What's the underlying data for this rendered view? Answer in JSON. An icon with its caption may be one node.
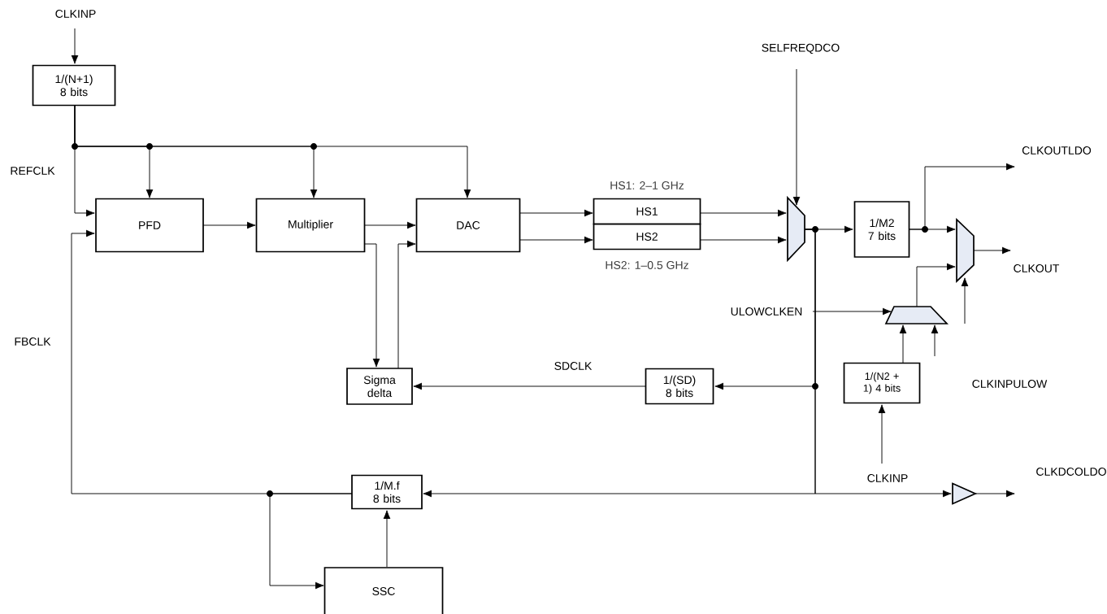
{
  "diagram": {
    "nodes": [
      {
        "text": [
          "CLKINP"
        ]
      },
      {
        "text": [
          "1/(N+1) 8 bits"
        ]
      },
      {
        "text": [
          "PFD"
        ]
      },
      {
        "text": [
          "Multiplier"
        ]
      },
      {
        "text": [
          "DAC"
        ]
      },
      {
        "text": [
          "HS1"
        ],
        "beside": [
          "HS1: 2–1 GHz"
        ]
      },
      {
        "text": [
          "HS2"
        ],
        "beside": [
          "HS2: 1–0.5 GHz"
        ]
      },
      {
        "text": [
          "SELFREQDCO"
        ]
      },
      {
        "text": [],
        "shape": "trapezoid"
      },
      {
        "text": [
          "1/M2 7 bits"
        ]
      },
      {
        "text": [
          "CLKOUTLDO"
        ]
      },
      {
        "text": [],
        "shape": "trapezoid"
      },
      {
        "text": [
          "CLKOUT"
        ]
      },
      {
        "text": [
          "ULOWCLKEN"
        ]
      },
      {
        "text": [],
        "shape": "trapezoid"
      },
      {
        "text": [
          "Sigma delta"
        ]
      },
      {
        "text": [
          "1/(SD) 8 bits"
        ]
      },
      {
        "text": [
          "1/(N2 + 1) 4 bits"
        ]
      },
      {
        "text": [
          "CLKINP"
        ]
      },
      {
        "text": [
          "1/M.f 8 bits"
        ]
      },
      {
        "text": [],
        "shape": "triangle"
      },
      {
        "text": [
          "CLKDCOLDO"
        ]
      },
      {
        "text": [
          "SSC"
        ]
      }
    ],
    "edges": [
      {
        "from": 0,
        "to": 1,
        "arrow": "to"
      },
      {
        "from": 1,
        "to": 2,
        "arrow": "to",
        "label": "REFCLK"
      },
      {
        "from": 1,
        "to": 2,
        "arrow": "to"
      },
      {
        "from": 1,
        "to": 3,
        "arrow": "to"
      },
      {
        "from": 1,
        "to": 4,
        "arrow": "to"
      },
      {
        "from": 2,
        "to": 3,
        "arrow": "to"
      },
      {
        "from": 3,
        "to": 4,
        "arrow": "to"
      },
      {
        "from": 3,
        "to": 15,
        "arrow": "to"
      },
      {
        "from": 15,
        "to": 4,
        "arrow": "to"
      },
      {
        "from": 4,
        "to": 5,
        "arrow": "to"
      },
      {
        "from": 4,
        "to": 6,
        "arrow": "to"
      },
      {
        "from": 5,
        "to": 8,
        "arrow": "to"
      },
      {
        "from": 6,
        "to": 8,
        "arrow": "to"
      },
      {
        "from": 7,
        "to": 8,
        "arrow": "to"
      },
      {
        "from": 8,
        "to": 9,
        "arrow": "to"
      },
      {
        "from": 8,
        "to": 16,
        "arrow": "to"
      },
      {
        "from": 8,
        "to": 19,
        "arrow": "to"
      },
      {
        "from": 8,
        "to": 20,
        "arrow": "to"
      },
      {
        "from": 9,
        "to": 10,
        "arrow": "to"
      },
      {
        "from": 9,
        "to": 11,
        "arrow": "to"
      },
      {
        "from": 11,
        "to": 12,
        "arrow": "to"
      },
      {
        "from": 14,
        "to": 11,
        "arrow": "to"
      },
      {
        "from": 13,
        "to": 14,
        "arrow": "to"
      },
      {
        "from": 17,
        "to": 14,
        "arrow": "to"
      },
      {
        "from": null,
        "to": 14,
        "arrow": "to"
      },
      {
        "from": 18,
        "to": 17,
        "arrow": "to"
      },
      {
        "from": null,
        "to": 11,
        "arrow": "to"
      },
      {
        "from": 16,
        "to": 15,
        "arrow": "to",
        "label": "SDCLK"
      },
      {
        "from": 19,
        "to": 2,
        "arrow": "to",
        "label": "FBCLK"
      },
      {
        "from": 19,
        "to": 22,
        "arrow": "to"
      },
      {
        "from": 22,
        "to": 19,
        "arrow": "to"
      },
      {
        "from": 20,
        "to": 21,
        "arrow": "to"
      }
    ],
    "labels": [
      "CLKINPULOW"
    ]
  }
}
